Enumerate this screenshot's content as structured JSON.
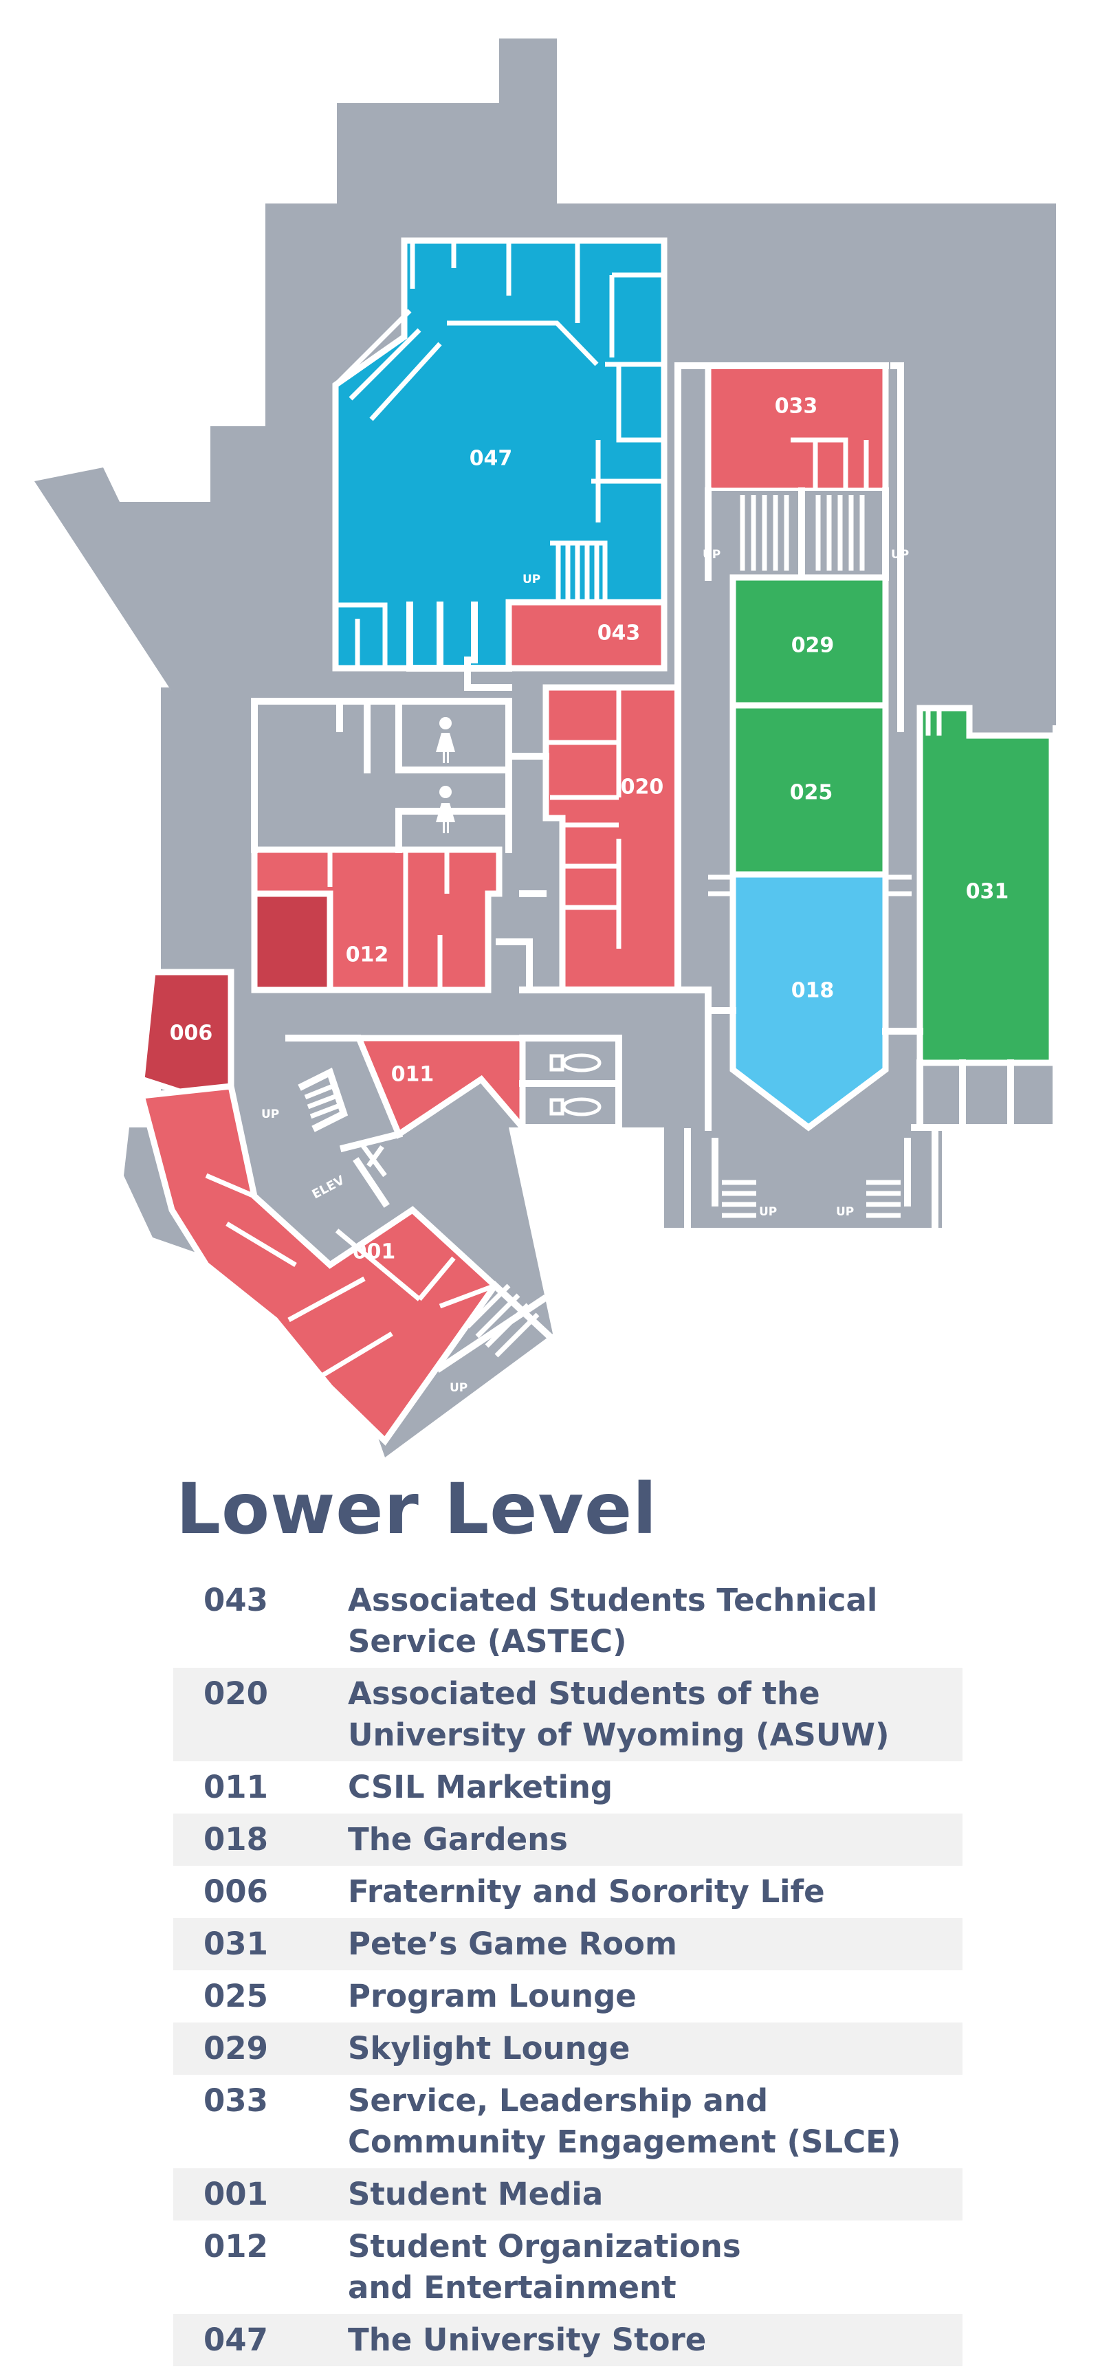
{
  "map": {
    "colors": {
      "building": "#a4abb6",
      "wall": "#ffffff",
      "red": "#e8636c",
      "dark_red": "#c8404d",
      "blue": "#16acd6",
      "light_blue": "#56c5ef",
      "green": "#37b15f"
    },
    "rooms": [
      {
        "id": "047",
        "label": "047",
        "color": "blue"
      },
      {
        "id": "033",
        "label": "033",
        "color": "red"
      },
      {
        "id": "043",
        "label": "043",
        "color": "red"
      },
      {
        "id": "029",
        "label": "029",
        "color": "green"
      },
      {
        "id": "020",
        "label": "020",
        "color": "red"
      },
      {
        "id": "025",
        "label": "025",
        "color": "green"
      },
      {
        "id": "031",
        "label": "031",
        "color": "green"
      },
      {
        "id": "012",
        "label": "012",
        "color": "red"
      },
      {
        "id": "018",
        "label": "018",
        "color": "light_blue"
      },
      {
        "id": "006",
        "label": "006",
        "color": "dark_red"
      },
      {
        "id": "011",
        "label": "011",
        "color": "red"
      },
      {
        "id": "001",
        "label": "001",
        "color": "red"
      }
    ],
    "stair_labels": [
      "UP",
      "UP",
      "UP",
      "UP",
      "UP",
      "UP",
      "UP"
    ],
    "elevator_label": "ELEV",
    "icons": [
      "restroom-women-icon",
      "restroom-women-icon",
      "toilet-icon",
      "toilet-icon",
      "stairs-icon"
    ]
  },
  "legend": {
    "title": "Lower Level",
    "rows": [
      {
        "code": "043",
        "lines": [
          "Associated Students Technical",
          "Service (ASTEC)"
        ],
        "shaded": false
      },
      {
        "code": "020",
        "lines": [
          "Associated Students of the",
          "University of Wyoming (ASUW)"
        ],
        "shaded": true
      },
      {
        "code": "011",
        "lines": [
          "CSIL Marketing"
        ],
        "shaded": false
      },
      {
        "code": "018",
        "lines": [
          "The Gardens"
        ],
        "shaded": true
      },
      {
        "code": "006",
        "lines": [
          "Fraternity and Sorority Life"
        ],
        "shaded": false
      },
      {
        "code": "031",
        "lines": [
          "Pete’s Game Room"
        ],
        "shaded": true
      },
      {
        "code": "025",
        "lines": [
          "Program Lounge"
        ],
        "shaded": false
      },
      {
        "code": "029",
        "lines": [
          "Skylight Lounge"
        ],
        "shaded": true
      },
      {
        "code": "033",
        "lines": [
          "Service, Leadership and",
          "Community Engagement (SLCE)"
        ],
        "shaded": false
      },
      {
        "code": "001",
        "lines": [
          "Student Media"
        ],
        "shaded": true
      },
      {
        "code": "012",
        "lines": [
          "Student Organizations",
          "and Entertainment"
        ],
        "shaded": false
      },
      {
        "code": "047",
        "lines": [
          "The University Store"
        ],
        "shaded": true
      }
    ]
  }
}
